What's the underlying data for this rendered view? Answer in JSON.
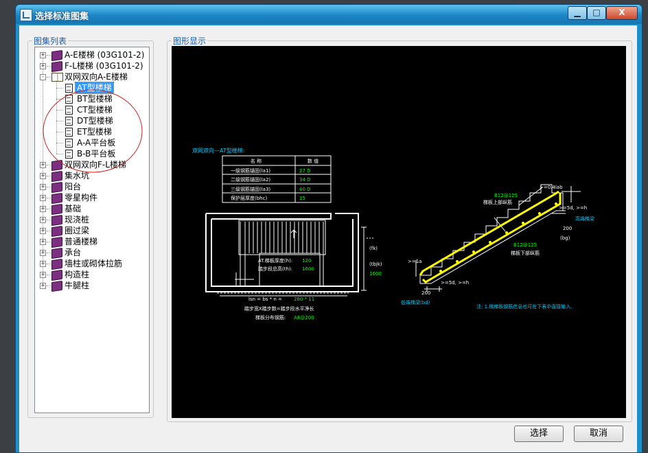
{
  "window": {
    "title": "选择标准图集",
    "minimize": "▁",
    "maximize": "□",
    "close": "X"
  },
  "panels": {
    "atlas_list_label": "图集列表",
    "preview_label": "图形显示"
  },
  "tree": [
    {
      "label": "A-E楼梯 (03G101-2)",
      "expander": "+",
      "icon": "book-icon"
    },
    {
      "label": "F-L楼梯 (03G101-2)",
      "expander": "+",
      "icon": "book-icon"
    },
    {
      "label": "双网双向A-E楼梯",
      "expander": "-",
      "icon": "open-book-icon"
    },
    {
      "label": "AT型楼梯",
      "icon": "document-icon",
      "selected": true
    },
    {
      "label": "BT型楼梯",
      "icon": "document-icon"
    },
    {
      "label": "CT型楼梯",
      "icon": "document-icon"
    },
    {
      "label": "DT型楼梯",
      "icon": "document-icon"
    },
    {
      "label": "ET型楼梯",
      "icon": "document-icon"
    },
    {
      "label": "A-A平台板",
      "icon": "document-icon"
    },
    {
      "label": "B-B平台板",
      "icon": "document-icon"
    },
    {
      "label": "双网双向F-L楼梯",
      "expander": "+",
      "icon": "book-icon"
    },
    {
      "label": "集水坑",
      "expander": "+",
      "icon": "book-icon"
    },
    {
      "label": "阳台",
      "expander": "+",
      "icon": "book-icon"
    },
    {
      "label": "零星构件",
      "expander": "+",
      "icon": "book-icon"
    },
    {
      "label": "基础",
      "expander": "+",
      "icon": "book-icon"
    },
    {
      "label": "现浇桩",
      "expander": "+",
      "icon": "book-icon"
    },
    {
      "label": "圈过梁",
      "expander": "+",
      "icon": "book-icon"
    },
    {
      "label": "普通楼梯",
      "expander": "+",
      "icon": "book-icon"
    },
    {
      "label": "承台",
      "expander": "+",
      "icon": "book-icon"
    },
    {
      "label": "墙柱或砌体拉筋",
      "expander": "+",
      "icon": "book-icon"
    },
    {
      "label": "构造柱",
      "expander": "+",
      "icon": "book-icon"
    },
    {
      "label": "牛腿柱",
      "expander": "+",
      "icon": "book-icon"
    }
  ],
  "drawing": {
    "title": "双网双向—AT型楼梯:",
    "table_header": [
      "名  称",
      "数  值"
    ],
    "table_rows": [
      [
        "一级钢筋锚固(la1)",
        "27 D"
      ],
      [
        "二级钢筋锚固(la2)",
        "34 D"
      ],
      [
        "三级钢筋锚固(la3)",
        "40 D"
      ],
      [
        "保护层厚度(bhc)",
        "15"
      ]
    ],
    "plan_label1": "AT.梯板厚度(h):",
    "plan_value1": "120",
    "plan_label2": "踏步段总高(th):",
    "plan_value2": "1600",
    "dim_label": "lsn = bs * n =",
    "dim_value": "280 * 11",
    "caption1": "踏步宽X踏步数=踏步段水平净长",
    "caption2_label": "梯板分布钢筋:",
    "caption2_value": "A8@200",
    "side_labels": [
      "(fk)",
      "(tbjk)",
      "1600"
    ],
    "sec_top_rebar": "B12@125",
    "sec_top_label": "梯板上部纵筋",
    "sec_bot_rebar": "B12@125",
    "sec_bot_label": "梯板下部纵筋",
    "sec_dim_top": ">=0.4lab",
    "sec_dim_side": ">=5d, >=h",
    "sec_high_end": "高端梯梁",
    "sec_200_top": "200",
    "sec_bg": "(bg)",
    "sec_dim_low": ">=1a",
    "sec_dim_low2": ">=5d, >=h",
    "sec_200_low": "200",
    "sec_low_end": "低端梯梁(bd)",
    "note": "注: 1.梯梯板钢筋信息也可在下表中直接输入."
  },
  "buttons": {
    "select": "选择",
    "cancel": "取消"
  },
  "colors": {
    "titlebar": "#1c86c4",
    "canvas_bg": "#000000",
    "cad_text": "#ffffff",
    "cad_value": "#00ff00",
    "cad_title": "#00ccff",
    "rebar": "#ffff00",
    "annotation_circle": "#cc2222"
  }
}
